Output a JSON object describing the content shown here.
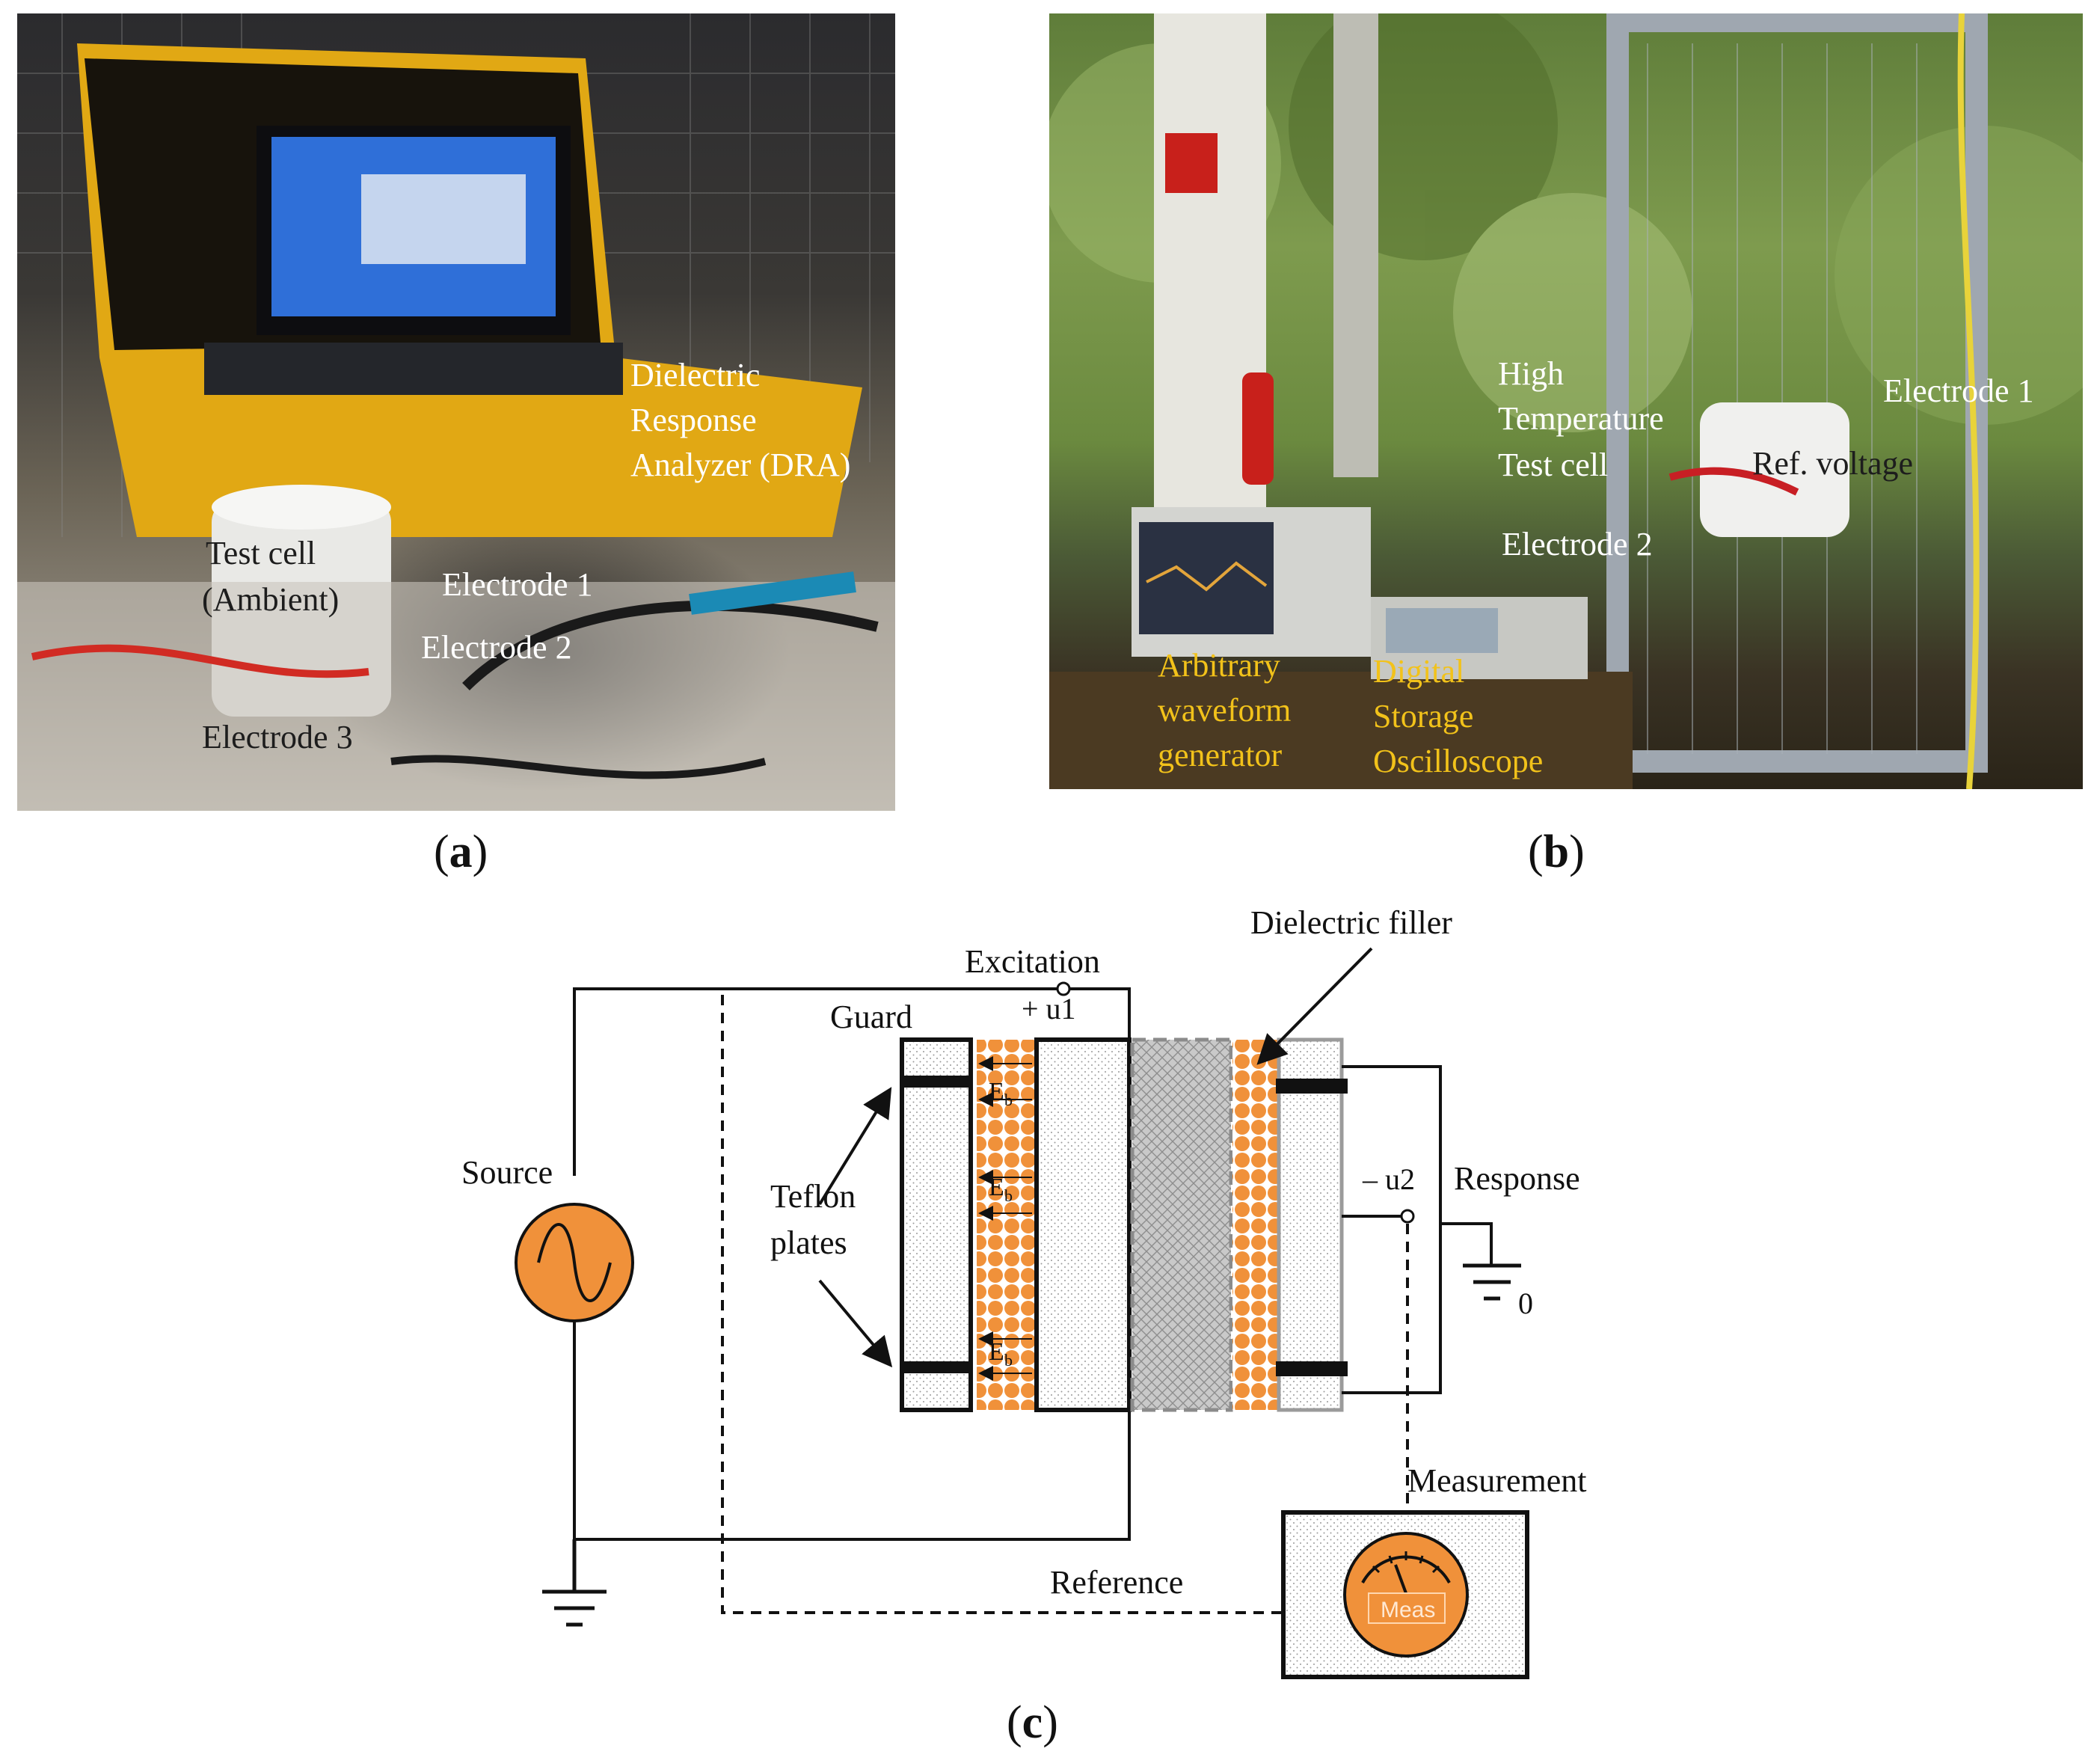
{
  "panels": [
    {
      "label_open": "(",
      "label_letter": "a",
      "label_close": ")"
    },
    {
      "label_open": "(",
      "label_letter": "b",
      "label_close": ")"
    },
    {
      "label_open": "(",
      "label_letter": "c",
      "label_close": ")"
    }
  ],
  "photo_a": {
    "labels": {
      "dra_line1": "Dielectric",
      "dra_line2": "Response",
      "dra_line3": "Analyzer (DRA)",
      "testcell_line1": "Test cell",
      "testcell_line2": "(Ambient)",
      "electrode1": "Electrode 1",
      "electrode2": "Electrode 2",
      "electrode3": "Electrode 3"
    }
  },
  "photo_b": {
    "labels": {
      "htc_line1": "High",
      "htc_line2": "Temperature",
      "htc_line3": "Test cell",
      "electrode1": "Electrode 1",
      "refvoltage": "Ref. voltage",
      "electrode2": "Electrode 2",
      "awg_line1": "Arbitrary",
      "awg_line2": "waveform",
      "awg_line3": "generator",
      "dso_line1": "Digital",
      "dso_line2": "Storage",
      "dso_line3": "Oscilloscope"
    }
  },
  "circuit": {
    "labels": {
      "excitation": "Excitation",
      "u1": "+ u1",
      "dielectric_filler": "Dielectric  filler",
      "guard": "Guard",
      "source": "Source",
      "teflon_line1": "Teflon",
      "teflon_line2": "plates",
      "u2": "– u2",
      "response": "Response",
      "ground_zero": "0",
      "measurement": "Measurement",
      "reference": "Reference",
      "meas": "Meas",
      "eb": "E",
      "eb_sub": "b"
    },
    "colors": {
      "orange": "#f0913a",
      "line": "#111111",
      "hatch": "#b9b9b9"
    }
  }
}
